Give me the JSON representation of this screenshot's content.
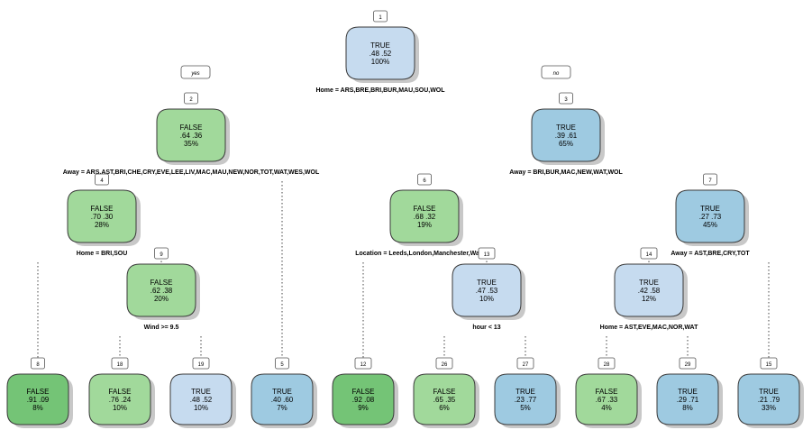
{
  "colors": {
    "true_light": "#c6dbef",
    "true_mid": "#9ecae1",
    "false_light": "#a1d99b",
    "false_dark": "#74c476",
    "edge": "#444444",
    "shadow": "#c8c8c8"
  },
  "edge_labels": {
    "yes": "yes",
    "no": "no"
  },
  "nodes": [
    {
      "id": "1",
      "class": "TRUE",
      "probs": ".48  .52",
      "pct": "100%",
      "split": "Home = ARS,BRE,BRI,BUR,MAU,SOU,WOL",
      "shade": "true_light"
    },
    {
      "id": "2",
      "class": "FALSE",
      "probs": ".64  .36",
      "pct": "35%",
      "split": "Away = ARS,AST,BRI,CHE,CRY,EVE,LEE,LIV,MAC,MAU,NEW,NOR,TOT,WAT,WES,WOL",
      "shade": "false_light"
    },
    {
      "id": "3",
      "class": "TRUE",
      "probs": ".39  .61",
      "pct": "65%",
      "split": "Away = BRI,BUR,MAC,NEW,WAT,WOL",
      "shade": "true_mid"
    },
    {
      "id": "4",
      "class": "FALSE",
      "probs": ".70  .30",
      "pct": "28%",
      "split": "Home = BRI,SOU",
      "shade": "false_light"
    },
    {
      "id": "9",
      "class": "FALSE",
      "probs": ".62  .38",
      "pct": "20%",
      "split": "Wind >= 9.5",
      "shade": "false_light"
    },
    {
      "id": "6",
      "class": "FALSE",
      "probs": ".68  .32",
      "pct": "19%",
      "split": "Location = Leeds,London,Manchester,Watford",
      "shade": "false_light"
    },
    {
      "id": "13",
      "class": "TRUE",
      "probs": ".47  .53",
      "pct": "10%",
      "split": "hour < 13",
      "shade": "true_light"
    },
    {
      "id": "7",
      "class": "TRUE",
      "probs": ".27  .73",
      "pct": "45%",
      "split": "Away = AST,BRE,CRY,TOT",
      "shade": "true_mid"
    },
    {
      "id": "14",
      "class": "TRUE",
      "probs": ".42  .58",
      "pct": "12%",
      "split": "Home = AST,EVE,MAC,NOR,WAT",
      "shade": "true_light"
    },
    {
      "id": "8",
      "class": "FALSE",
      "probs": ".91  .09",
      "pct": "8%",
      "split": "",
      "shade": "false_dark"
    },
    {
      "id": "18",
      "class": "FALSE",
      "probs": ".76  .24",
      "pct": "10%",
      "split": "",
      "shade": "false_light"
    },
    {
      "id": "19",
      "class": "TRUE",
      "probs": ".48  .52",
      "pct": "10%",
      "split": "",
      "shade": "true_light"
    },
    {
      "id": "5",
      "class": "TRUE",
      "probs": ".40  .60",
      "pct": "7%",
      "split": "",
      "shade": "true_mid"
    },
    {
      "id": "12",
      "class": "FALSE",
      "probs": ".92  .08",
      "pct": "9%",
      "split": "",
      "shade": "false_dark"
    },
    {
      "id": "26",
      "class": "FALSE",
      "probs": ".65  .35",
      "pct": "6%",
      "split": "",
      "shade": "false_light"
    },
    {
      "id": "27",
      "class": "TRUE",
      "probs": ".23  .77",
      "pct": "5%",
      "split": "",
      "shade": "true_mid"
    },
    {
      "id": "28",
      "class": "FALSE",
      "probs": ".67  .33",
      "pct": "4%",
      "split": "",
      "shade": "false_light"
    },
    {
      "id": "29",
      "class": "TRUE",
      "probs": ".29  .71",
      "pct": "8%",
      "split": "",
      "shade": "true_mid"
    },
    {
      "id": "15",
      "class": "TRUE",
      "probs": ".21  .79",
      "pct": "33%",
      "split": "",
      "shade": "true_mid"
    }
  ],
  "edges": [
    {
      "from": "1",
      "to": "2"
    },
    {
      "from": "1",
      "to": "3"
    },
    {
      "from": "2",
      "to": "4"
    },
    {
      "from": "2",
      "to": "5"
    },
    {
      "from": "4",
      "to": "8"
    },
    {
      "from": "4",
      "to": "9"
    },
    {
      "from": "9",
      "to": "18"
    },
    {
      "from": "9",
      "to": "19"
    },
    {
      "from": "3",
      "to": "6"
    },
    {
      "from": "3",
      "to": "7"
    },
    {
      "from": "6",
      "to": "12"
    },
    {
      "from": "6",
      "to": "13"
    },
    {
      "from": "13",
      "to": "26"
    },
    {
      "from": "13",
      "to": "27"
    },
    {
      "from": "7",
      "to": "14"
    },
    {
      "from": "7",
      "to": "15"
    },
    {
      "from": "14",
      "to": "28"
    },
    {
      "from": "14",
      "to": "29"
    }
  ]
}
